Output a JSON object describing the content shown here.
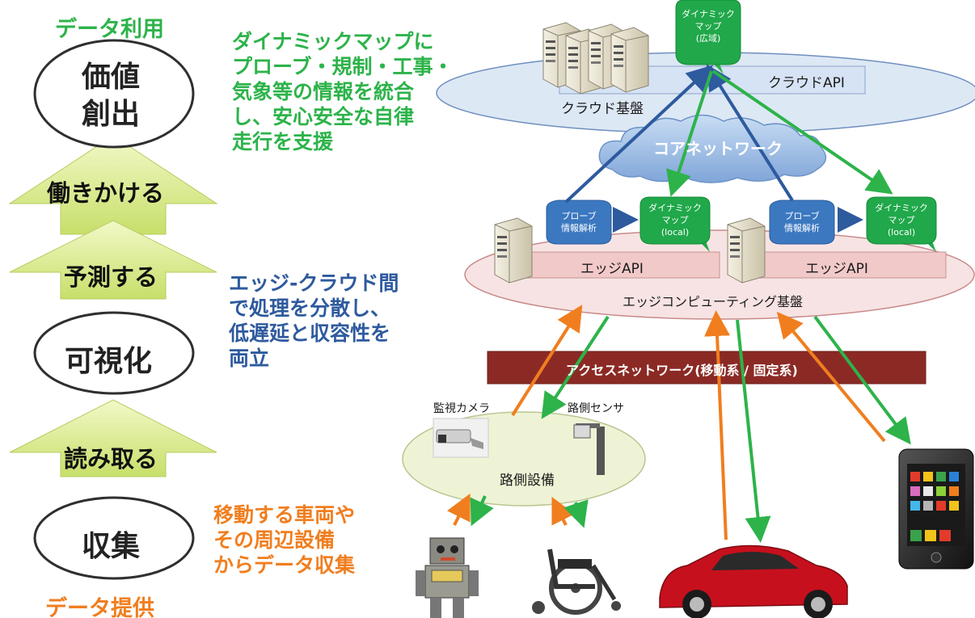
{
  "left_panel": {
    "top_label": "データ利用",
    "bottom_label": "データ提供",
    "ovals": [
      {
        "label_l1": "価値",
        "label_l2": "創出"
      },
      {
        "label": "可視化"
      },
      {
        "label": "収集"
      }
    ],
    "arrows": [
      {
        "label": "働きかける"
      },
      {
        "label": "予測する"
      },
      {
        "label": "読み取る"
      }
    ]
  },
  "notes": {
    "green": [
      "ダイナミックマップに",
      "プローブ・規制・工事・",
      "気象等の情報を統合",
      "し、安心安全な自律",
      "走行を支援"
    ],
    "blue": [
      "エッジ-クラウド間",
      "で処理を分散し、",
      "低遅延と収容性を",
      "両立"
    ],
    "orange": [
      "移動する車両や",
      "その周辺設備",
      "からデータ収集"
    ]
  },
  "cloud": {
    "platform": "クラウド基盤",
    "api": "クラウドAPI",
    "dynamic_map": [
      "ダイナミック",
      "マップ",
      "(広域)"
    ]
  },
  "core_network": "コアネットワーク",
  "edge": {
    "platform": "エッジコンピューティング基盤",
    "api_left": "エッジAPI",
    "api_right": "エッジAPI",
    "probe": [
      "プローブ",
      "情報解析"
    ],
    "dynamic_map_local": [
      "ダイナミック",
      "マップ",
      "(local)"
    ]
  },
  "access_network": "アクセスネットワーク(移動系 / 固定系)",
  "roadside": {
    "facility": "路側設備",
    "camera": "監視カメラ",
    "sensor": "路側センサ"
  },
  "colors": {
    "green": "#2db34a",
    "blue": "#2e5a9e",
    "orange": "#f07e1f",
    "dark_red": "#8b2a25",
    "arrow_fill": "#d8ea8a"
  },
  "icons": [
    "server-icon",
    "cloud-icon",
    "speech-bubble-icon",
    "security-camera-icon",
    "roadside-sensor-icon",
    "robot-icon",
    "wheelchair-icon",
    "car-icon",
    "smartphone-icon"
  ]
}
